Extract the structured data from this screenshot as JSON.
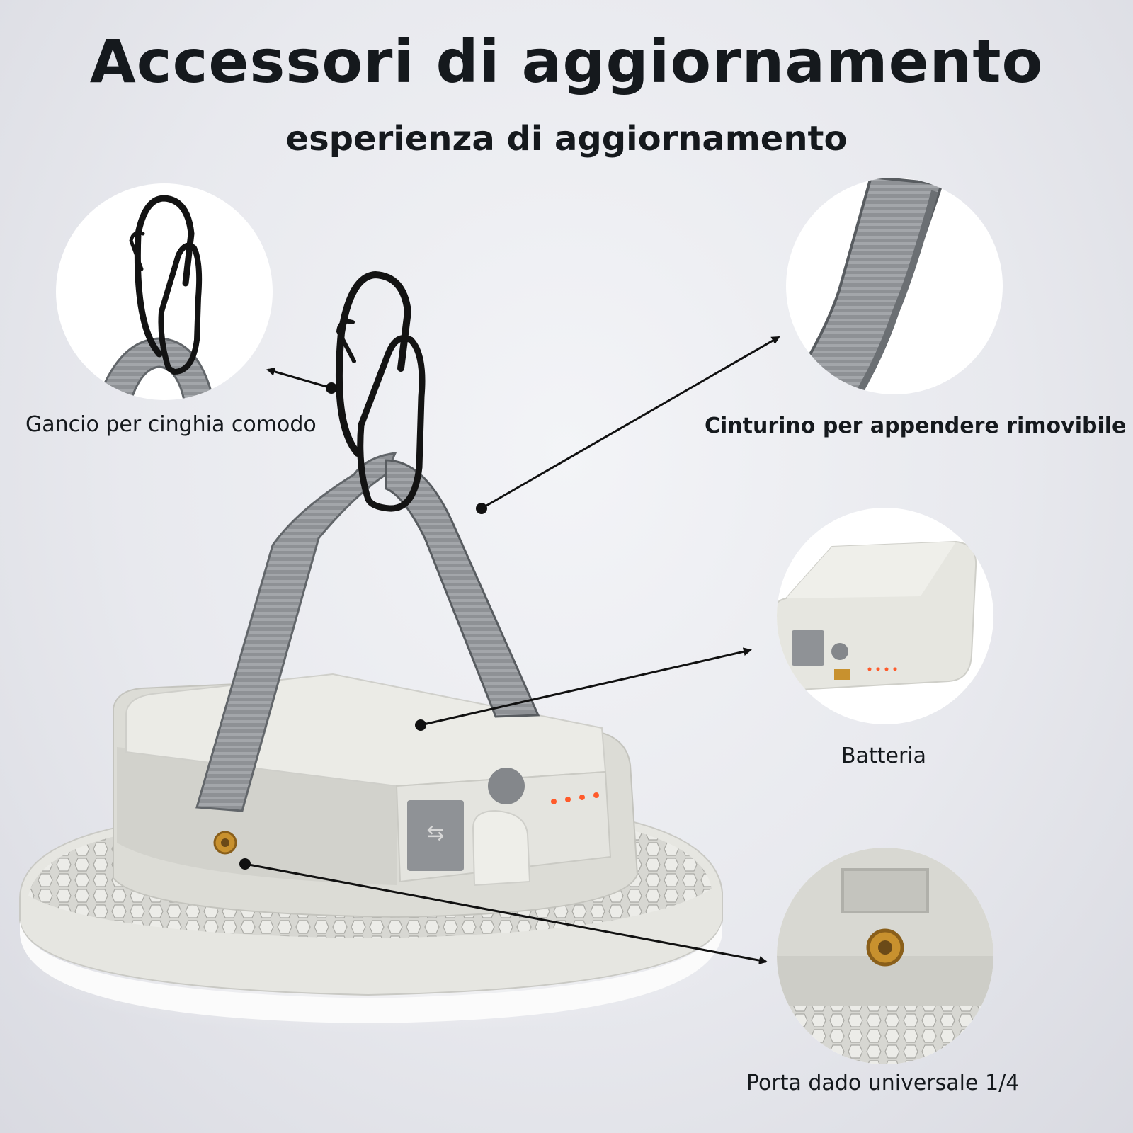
{
  "header": {
    "title": "Accessori di aggiornamento",
    "subtitle": "esperienza di aggiornamento"
  },
  "callouts": [
    {
      "id": "hook",
      "label": "Gancio per cinghia comodo"
    },
    {
      "id": "strap",
      "label": "Cinturino per appendere rimovibile"
    },
    {
      "id": "battery",
      "label": "Batteria"
    },
    {
      "id": "nut",
      "label": "Porta dado universale 1/4"
    }
  ],
  "colors": {
    "strap": "#8e9195",
    "strap_edge": "#5d6165",
    "body": "#e2e2dc",
    "carabiner": "#131313",
    "led": "#ff5a2a",
    "brass": "#c8912e"
  }
}
